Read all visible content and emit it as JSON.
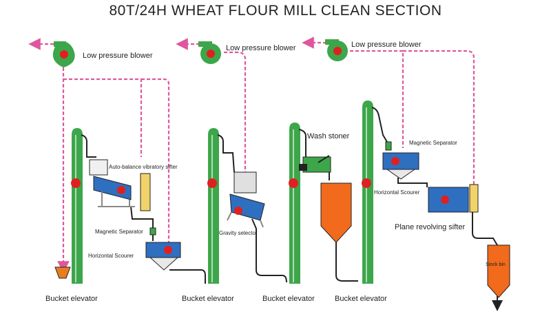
{
  "title": "80T/24H  WHEAT FLOUR MILL CLEAN SECTION",
  "labels": {
    "blower1": "Low pressure blower",
    "blower2": "Low pressure blower",
    "blower3": "Low pressure blower",
    "vibratory_sifter": "Auto-balance  vibratory sifter",
    "magnetic_separator_1": "Magnetic Separator",
    "horizontal_scourer_1": "Horizontal Scourer",
    "gravity_selector": "Gravity selector",
    "wash_stoner": "Wash stoner",
    "magnetic_separator_2": "Magnetic Separator",
    "horizontal_scourer_2": "Horizontal Scourer",
    "plane_revolving_sifter": "Plane revolving sifter",
    "stock_bin": "Stock bin",
    "bucket_elevator_1": "Bucket elevator",
    "bucket_elevator_2": "Bucket elevator",
    "bucket_elevator_3": "Bucket elevator",
    "bucket_elevator_4": "Bucket elevator"
  },
  "colors": {
    "machine_green": "#3da64a",
    "machine_blue": "#2f6fc0",
    "bin_orange": "#f26a1b",
    "motor_red": "#e02020",
    "air_duct_pink": "#e0569e",
    "magnet_yellow": "#f1d36a"
  }
}
